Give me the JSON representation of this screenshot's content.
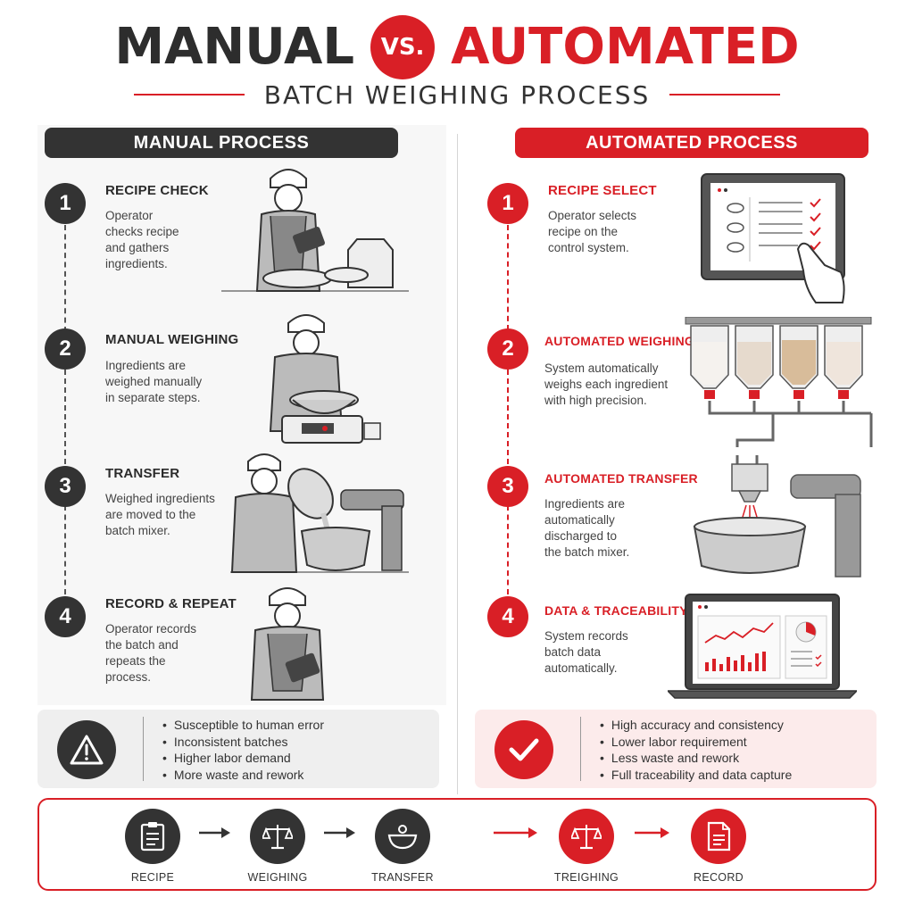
{
  "header": {
    "title_left": "MANUAL",
    "vs": "VS.",
    "title_right": "AUTOMATED",
    "subtitle": "BATCH WEIGHING PROCESS"
  },
  "manual": {
    "banner": "MANUAL PROCESS",
    "steps": [
      {
        "num": "1",
        "title": "RECIPE CHECK",
        "lines": [
          "Operator",
          "checks recipe",
          "and gathers",
          "ingredients."
        ]
      },
      {
        "num": "2",
        "title": "MANUAL WEIGHING",
        "lines": [
          "Ingredients are",
          "weighed manually",
          "in separate steps."
        ]
      },
      {
        "num": "3",
        "title": "TRANSFER",
        "lines": [
          "Weighed ingredients",
          "are moved to the",
          "batch mixer."
        ]
      },
      {
        "num": "4",
        "title": "RECORD & REPEAT",
        "lines": [
          "Operator records",
          "the batch and",
          "repeats the",
          "process."
        ]
      }
    ],
    "summary": [
      "Susceptible to human error",
      "Inconsistent batches",
      "Higher labor demand",
      "More waste and rework"
    ]
  },
  "automated": {
    "banner": "AUTOMATED PROCESS",
    "steps": [
      {
        "num": "1",
        "title": "RECIPE SELECT",
        "lines": [
          "Operator selects",
          "recipe on the",
          "control system."
        ]
      },
      {
        "num": "2",
        "title": "AUTOMATED WEIGHING",
        "lines": [
          "System automatically",
          "weighs each ingredient",
          "with high precision."
        ]
      },
      {
        "num": "3",
        "title": "AUTOMATED TRANSFER",
        "lines": [
          "Ingredients are",
          "automatically",
          "discharged to",
          "the batch mixer."
        ]
      },
      {
        "num": "4",
        "title": "DATA & TRACEABILITY",
        "lines": [
          "System records",
          "batch data",
          "automatically."
        ]
      }
    ],
    "summary": [
      "High accuracy and consistency",
      "Lower labor requirement",
      "Less waste and rework",
      "Full traceability and data capture"
    ]
  },
  "flow": {
    "manual": [
      "RECIPE",
      "WEIGHING",
      "TRANSFER"
    ],
    "automated": [
      "TREIGHING",
      "RECORD"
    ]
  },
  "colors": {
    "accent": "#d91f26",
    "dark": "#333333"
  },
  "icons": {
    "manual_summary": "warning-icon",
    "automated_summary": "checkmark-icon",
    "flow": [
      "clipboard-icon",
      "scale-icon",
      "bowl-icon",
      "scale-icon",
      "document-icon"
    ]
  }
}
